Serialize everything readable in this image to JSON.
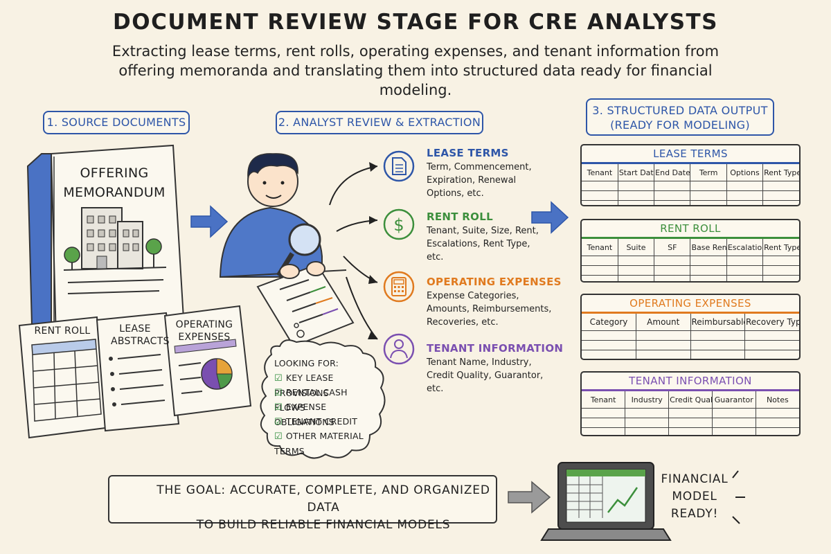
{
  "title": "DOCUMENT REVIEW STAGE FOR CRE ANALYSTS",
  "subtitle": "Extracting lease terms, rent rolls, operating expenses, and tenant information from offering memoranda and translating them into structured data ready for financial modeling.",
  "sections": {
    "source": "1. SOURCE DOCUMENTS",
    "analyst": "2. ANALYST REVIEW & EXTRACTION",
    "output_line1": "3. STRUCTURED DATA OUTPUT",
    "output_line2": "(READY FOR MODELING)"
  },
  "documents": {
    "om_title": "OFFERING MEMORANDUM",
    "rent_roll": "RENT ROLL",
    "lease_abstracts": "LEASE ABSTRACTS",
    "operating_expenses": "OPERATING EXPENSES"
  },
  "checklist": {
    "title": "LOOKING FOR:",
    "items": [
      "KEY LEASE PROVISIONS",
      "RENTAL CASH FLOWS",
      "EXPENSE OBLIGATIONS",
      "TENANT CREDIT",
      "OTHER MATERIAL TERMS"
    ]
  },
  "categories": [
    {
      "title": "LEASE TERMS",
      "desc": "Term, Commencement, Expiration, Renewal Options, etc.",
      "color": "#2e56a8",
      "icon": "document-icon"
    },
    {
      "title": "RENT ROLL",
      "desc": "Tenant, Suite, Size, Rent, Escalations, Rent Type, etc.",
      "color": "#3c8f3c",
      "icon": "dollar-icon"
    },
    {
      "title": "OPERATING EXPENSES",
      "desc": "Expense Categories, Amounts, Reimbursements, Recoveries, etc.",
      "color": "#e07a1f",
      "icon": "calculator-icon"
    },
    {
      "title": "TENANT INFORMATION",
      "desc": "Tenant Name, Industry, Credit Quality, Guarantor, etc.",
      "color": "#7a4fb0",
      "icon": "person-icon"
    }
  ],
  "tables": [
    {
      "title": "LEASE TERMS",
      "color": "#2e56a8",
      "columns": [
        "Tenant",
        "Start Date",
        "End Date",
        "Term",
        "Options",
        "Rent Type"
      ]
    },
    {
      "title": "RENT ROLL",
      "color": "#3c8f3c",
      "columns": [
        "Tenant",
        "Suite",
        "SF",
        "Base Rent",
        "Escalations",
        "Rent Type"
      ]
    },
    {
      "title": "OPERATING EXPENSES",
      "color": "#e07a1f",
      "columns": [
        "Category",
        "Amount",
        "Reimbursable",
        "Recovery Type"
      ]
    },
    {
      "title": "TENANT INFORMATION",
      "color": "#7a4fb0",
      "columns": [
        "Tenant",
        "Industry",
        "Credit Qualty",
        "Guarantor",
        "Notes"
      ]
    }
  ],
  "goal": {
    "line1": "THE GOAL: ACCURATE, COMPLETE, AND ORGANIZED DATA",
    "line2": "TO BUILD RELIABLE FINANCIAL MODELS"
  },
  "ready": {
    "line1": "FINANCIAL",
    "line2": "MODEL",
    "line3": "READY!"
  },
  "colors": {
    "blue": "#2e56a8",
    "green": "#3c8f3c",
    "orange": "#e07a1f",
    "purple": "#7a4fb0",
    "background": "#f8f2e4"
  }
}
